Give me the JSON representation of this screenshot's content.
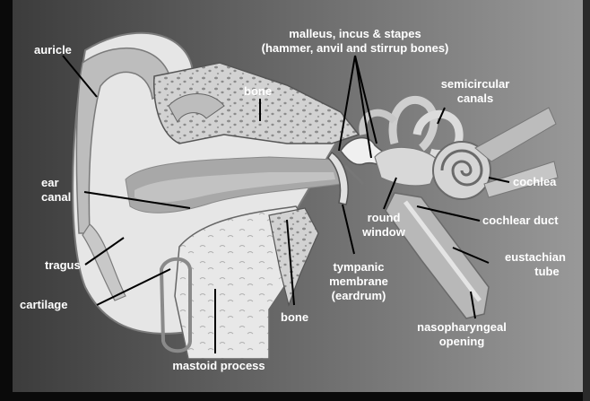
{
  "labels": {
    "auricle": "auricle",
    "ossicles_line1": "malleus, incus & stapes",
    "ossicles_line2": "(hammer, anvil and stirrup bones)",
    "bone_upper": "bone",
    "semicircular_line1": "semicircular",
    "semicircular_line2": "canals",
    "ear_canal_line1": "ear",
    "ear_canal_line2": "canal",
    "cochlea": "cochlea",
    "round_window_line1": "round",
    "round_window_line2": "window",
    "cochlear_duct": "cochlear duct",
    "tragus": "tragus",
    "eustachian_line1": "eustachian",
    "eustachian_line2": "tube",
    "tympanic_line1": "tympanic",
    "tympanic_line2": "membrane",
    "tympanic_line3": "(eardrum)",
    "cartilage": "cartilage",
    "bone_lower": "bone",
    "nasopharyngeal_line1": "nasopharyngeal",
    "nasopharyngeal_line2": "opening",
    "mastoid": "mastoid process"
  },
  "colors": {
    "background_left": "#3a3a3a",
    "background_right": "#9a9a9a",
    "border": "#0a0a0a",
    "skin": "#e6e6e6",
    "skin_shadow": "#bdbdbd",
    "bone": "#d2d2d2",
    "bone_pores": "#8c8c8c",
    "canal": "#a8a8a8",
    "inner_ear": "#cfcfcf",
    "label_text": "#ffffff",
    "leader_line": "#000000"
  }
}
